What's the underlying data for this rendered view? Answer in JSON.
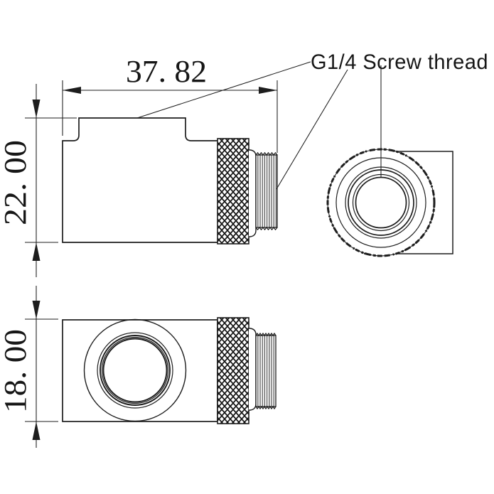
{
  "page": {
    "background": "#ffffff",
    "ink": "#1d1d1d"
  },
  "annotation": {
    "thread_label": "G1/4 Screw thread"
  },
  "dimensions": {
    "width": {
      "display": "37. 82",
      "value": 37.82
    },
    "side_height": {
      "display": "22. 00",
      "value": 22.0
    },
    "port_height": {
      "display": "18. 00",
      "value": 18.0
    }
  }
}
